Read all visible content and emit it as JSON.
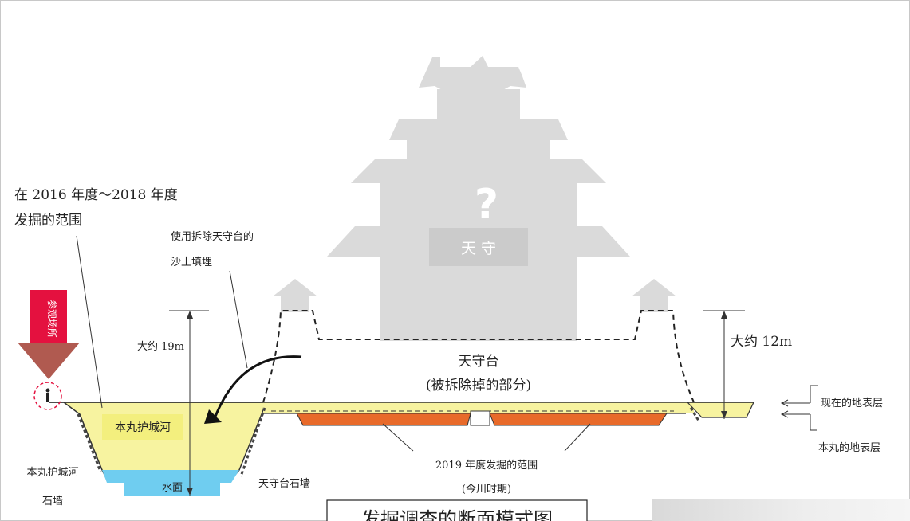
{
  "castle": {
    "question_mark": "?",
    "label": "天 守"
  },
  "annotations": {
    "excavation_2016_2018_line1": "在 2016 年度～2018 年度",
    "excavation_2016_2018_line2": "发掘的范围",
    "fill_line1": "使用拆除天守台的",
    "fill_line2": "沙土填埋",
    "height_left": "大约 19m",
    "height_right": "大约 12m",
    "tenshudai_line1": "天守台",
    "tenshudai_line2": "(被拆除掉的部分)",
    "current_surface": "现在的地表层",
    "honmaru_surface": "本丸的地表层",
    "moat": "本丸护城河",
    "water": "水面",
    "moat_wall_line1": "本丸护城河",
    "moat_wall_line2": "石墙",
    "tenshudai_wall": "天守台石墙",
    "excavation_2019_line1": "2019 年度发掘的范围",
    "excavation_2019_line2": "(今川时期)",
    "viewing_spot": "参观场所",
    "caption": "发掘调查的断面模式图"
  },
  "colors": {
    "silhouette": "#dadada",
    "fill_yellow": "#f7f3a0",
    "water": "#6fcdf0",
    "excavation_2019": "#e86a2a",
    "arrow_red": "#e4113f",
    "arrow_dark": "#b05a50"
  }
}
